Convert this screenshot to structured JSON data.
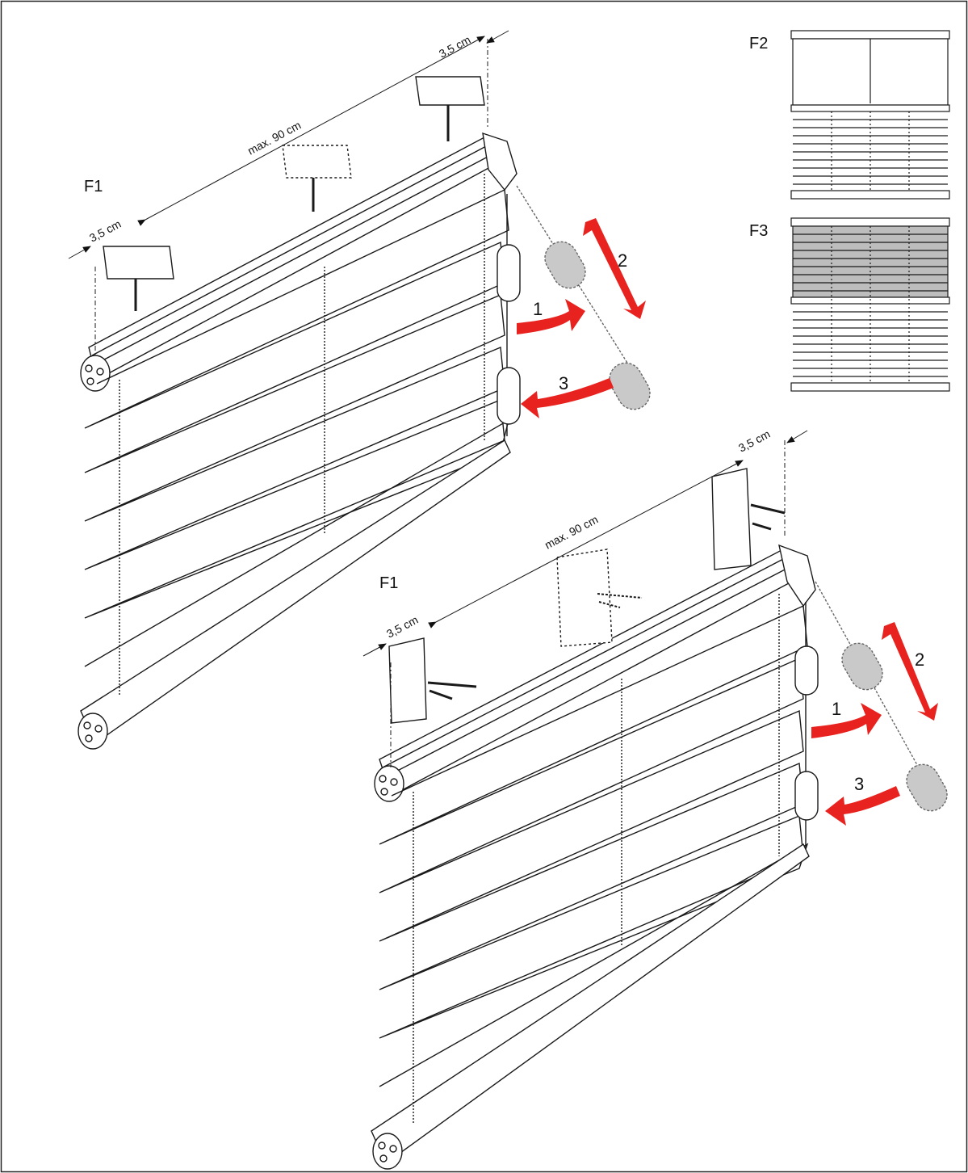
{
  "figures": {
    "f1_top": "F1",
    "f1_bottom": "F1",
    "f2": "F2",
    "f3": "F3"
  },
  "dimensions": {
    "bracket_offset": "3,5 cm",
    "max_spacing": "max. 90 cm"
  },
  "steps": [
    "1",
    "2",
    "3"
  ],
  "colors": {
    "arrow": "#e8231f",
    "line": "#1a1a1a",
    "handle": "#c9c9c9",
    "shade": "#bdbdbd"
  }
}
